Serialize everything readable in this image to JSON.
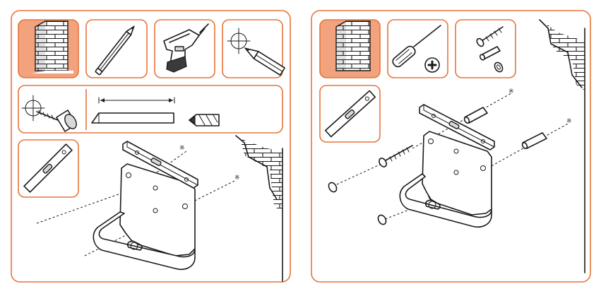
{
  "colors": {
    "accent": "#e8743b",
    "accent_fill": "#f2a27c",
    "ink": "#1a1a1a"
  },
  "left_panel": {
    "tools": [
      "brick-wall-icon",
      "pencil-icon",
      "power-drill-icon",
      "pencil-mark-crosshair-icon",
      "drill-bit-crosshair-icon",
      "drill-depth-measure-icon",
      "drill-bit-icon",
      "spirit-level-icon"
    ],
    "scene": [
      "wall-mount-bracket",
      "spirit-level",
      "guide-lines",
      "brick-wall"
    ]
  },
  "right_panel": {
    "tools": [
      "brick-wall-icon",
      "phillips-screwdriver-icon",
      "screws-anchors-washer-icon",
      "spirit-level-icon"
    ],
    "scene": [
      "wall-mount-bracket",
      "spirit-level",
      "screws",
      "wall-anchors",
      "washers",
      "guide-lines",
      "brick-wall"
    ]
  }
}
